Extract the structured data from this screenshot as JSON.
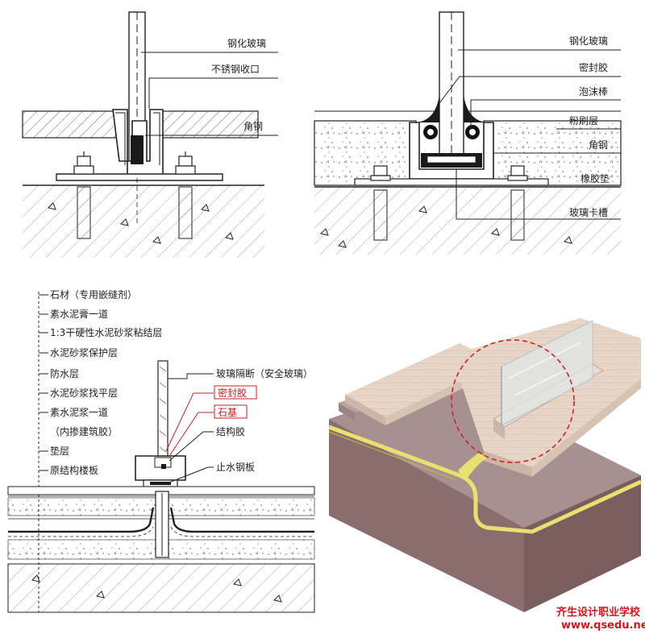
{
  "top_left": {
    "labels": [
      "钢化玻璃",
      "不锈钢收口",
      "角钢"
    ]
  },
  "top_right": {
    "labels": [
      "钢化玻璃",
      "密封胶",
      "泡沫棒",
      "粉刷层",
      "角钢",
      "橡胶垫",
      "玻璃卡槽"
    ]
  },
  "bottom_left": {
    "left_labels": [
      "石材（专用嵌缝剂）",
      "素水泥膏一道",
      "1:3干硬性水泥砂浆粘结层",
      "水泥砂浆保护层",
      "防水层",
      "水泥砂浆找平层",
      "素水泥浆一道",
      "（内掺建筑胶）",
      "垫层",
      "原结构楼板"
    ],
    "right_labels": [
      "玻璃隔断（安全玻璃）",
      "密封胶",
      "石基",
      "结构胶",
      "止水钢板"
    ]
  },
  "colors": {
    "line": "#222222",
    "red_label": "#c8201c",
    "watermark": "#d8141c",
    "dashed_circle": "#d0202a",
    "waterproof_layer": "#e8e070",
    "concrete_side": "#8a6e6e",
    "stone_top": "#e6d2c4"
  },
  "watermark": {
    "line1": "齐生设计职业学校",
    "line2": "www.qsedu.net"
  }
}
